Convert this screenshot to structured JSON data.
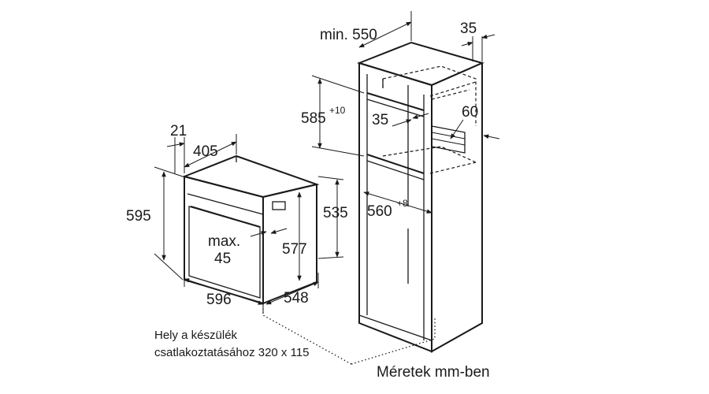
{
  "oven": {
    "d21": "21",
    "d405": "405",
    "d595": "595",
    "d535": "535",
    "d577": "577",
    "max_line1": "max.",
    "max_line2": "45",
    "d596": "596",
    "d548": "548"
  },
  "cabinet": {
    "min550": "min. 550",
    "d35_top": "35",
    "d585": "585",
    "d585_tol": "+10",
    "d35_inner": "35",
    "d60": "60",
    "d560": "560",
    "d560_tol": "+8"
  },
  "note": {
    "line1": "Hely a készülék",
    "line2": "csatlakoztatásához 320 x 115"
  },
  "footer": {
    "units": "Méretek mm-ben"
  }
}
